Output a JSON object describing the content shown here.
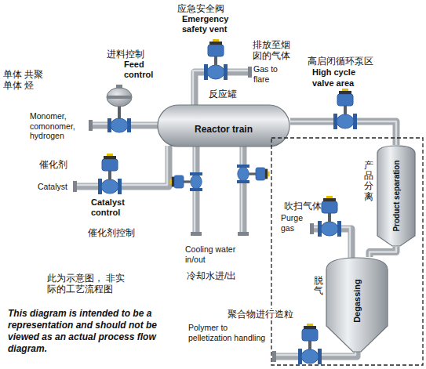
{
  "diagram": {
    "nodes": [
      {
        "text": [
          "Reactor train"
        ]
      },
      {
        "text": [
          "高启闭循环泵区",
          "High cycle valve area"
        ]
      },
      {
        "text": [
          "Product separation"
        ],
        "in": 1
      },
      {
        "text": [
          "Degassing"
        ],
        "in": 1
      }
    ],
    "edges": [
      {
        "from": 0,
        "to": 2,
        "arrow": "none"
      },
      {
        "from": 2,
        "to": 3,
        "arrow": "none"
      }
    ],
    "labels": [
      "应急安全阀",
      "Emergency safety vent",
      "进料控制",
      "Feed control",
      "单体 共聚单体 烃",
      "Monomer, comonomer, hydrogen",
      "排放至烟囱的气体",
      "Gas to flare",
      "反应罐",
      "催化剂",
      "Catalyst",
      "Catalyst control",
      "催化剂控制",
      "Cooling water in/out",
      "冷却水进/出",
      "吹扫气体",
      "Purge gas",
      "脱气",
      "产品分离",
      "聚合物进行造粒",
      "Polymer to pelletization handling",
      "此为示意图， 非实际的工艺流程图",
      "This diagram is intended to be a representation and should not be viewed as an actual process flow diagram."
    ]
  }
}
